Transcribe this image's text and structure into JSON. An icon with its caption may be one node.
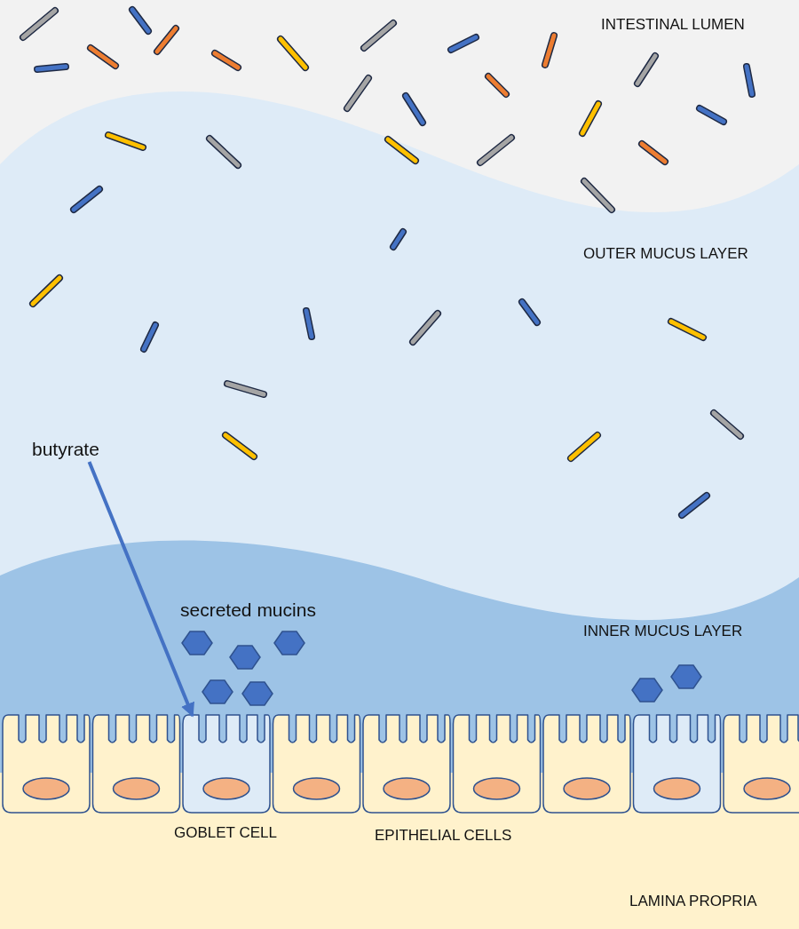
{
  "diagram": {
    "nodes": [
      {
        "text": [
          "butyrate"
        ]
      },
      {
        "text": [],
        "shape": "picture"
      }
    ],
    "edges": [
      {
        "from": 0,
        "to": 1,
        "arrow": "to"
      }
    ],
    "labels": [
      "INTESTINAL LUMEN",
      "OUTER MUCUS LAYER",
      "secreted mucins",
      "INNER MUCUS LAYER",
      "GOBLET CELL",
      "EPITHELIAL CELLS",
      "LAMINA PROPRIA"
    ]
  }
}
